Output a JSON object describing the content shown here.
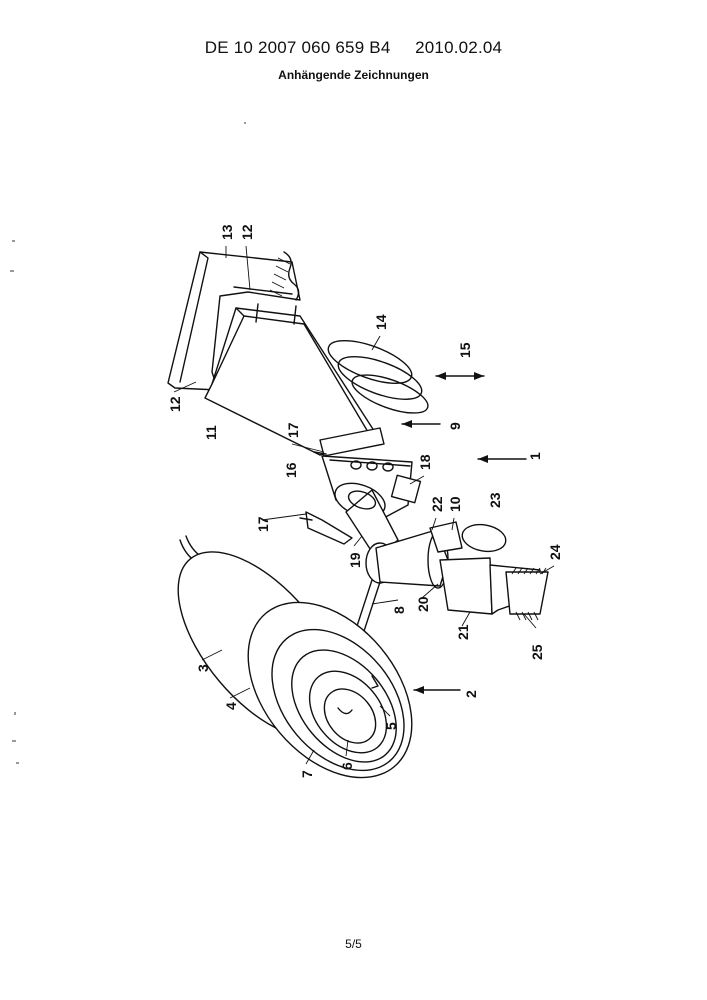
{
  "header": {
    "patent_number": "DE 10 2007 060 659 B4",
    "date": "2010.02.04",
    "subtitle": "Anhängende Zeichnungen"
  },
  "page_number": "5/5",
  "figure": {
    "reference_labels": {
      "l1": "1",
      "l2": "2",
      "l3": "3",
      "l4": "4",
      "l5": "5",
      "l6": "6",
      "l7": "7",
      "l8": "8",
      "l9": "9",
      "l10": "10",
      "l11": "11",
      "l12a": "12",
      "l12b": "12",
      "l13": "13",
      "l14": "14",
      "l15": "15",
      "l16": "16",
      "l17a": "17",
      "l17b": "17",
      "l18": "18",
      "l19": "19",
      "l20": "20",
      "l21": "21",
      "l22": "22",
      "l23": "23",
      "l24": "24",
      "l25": "25"
    }
  }
}
